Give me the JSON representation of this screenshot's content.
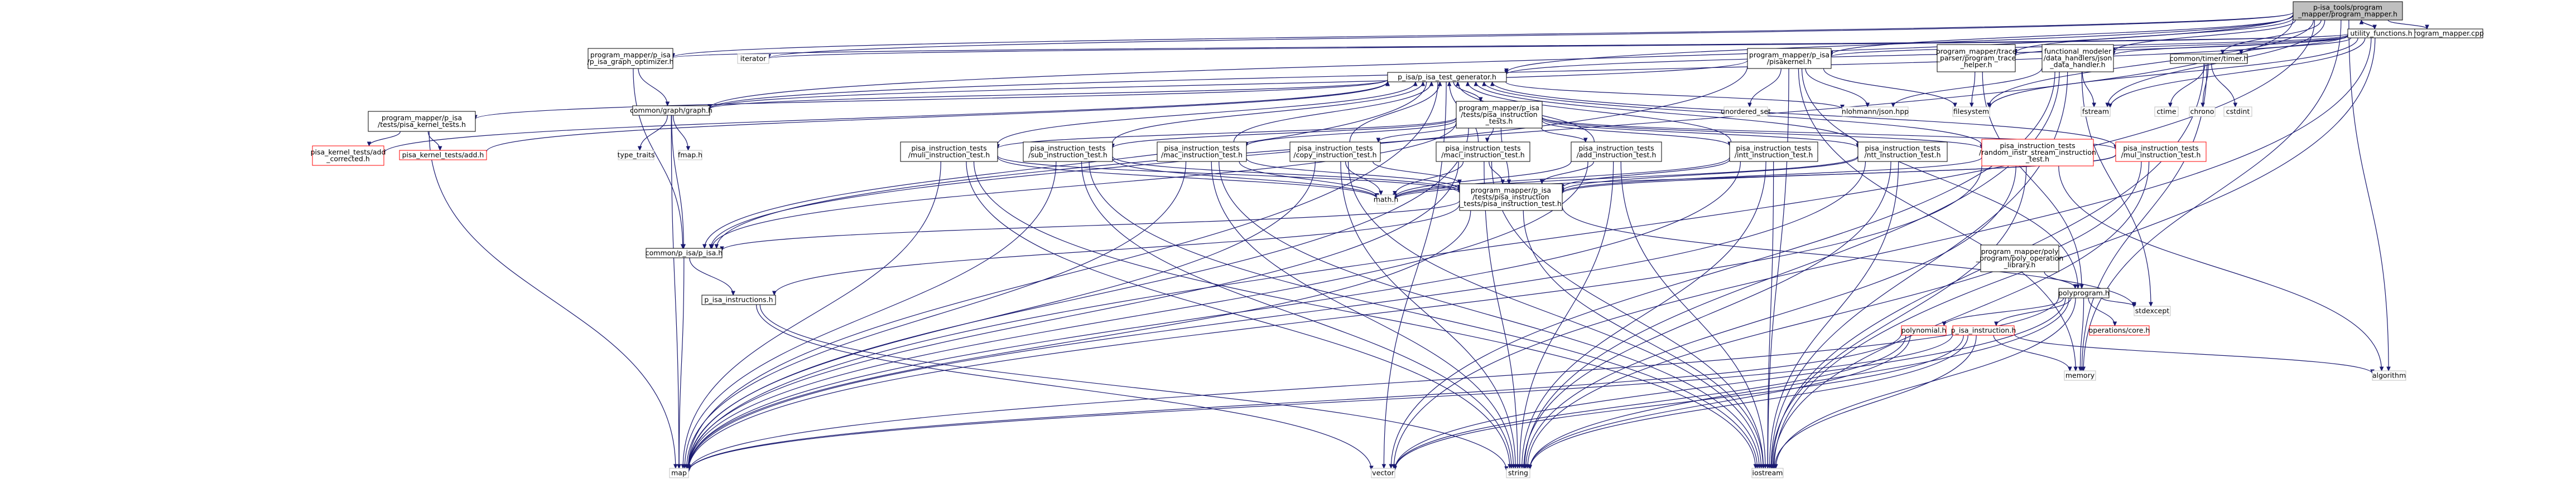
{
  "graph": {
    "colors": {
      "edge": "#191970",
      "node_border": "#000000",
      "node_fill": "#ffffff",
      "root_fill": "#bfbfbf",
      "missing_border": "#bfbfbf",
      "undocumented_border": "#ff0000",
      "text": "#000000"
    },
    "nodes": [
      {
        "id": "root",
        "lines": [
          "p-isa_tools/program",
          "_mapper/program_mapper.h"
        ],
        "style": "root"
      },
      {
        "id": "mapper_cpp",
        "lines": [
          "program_mapper.cpp"
        ],
        "style": "normal"
      },
      {
        "id": "utility",
        "lines": [
          "utility_functions.h"
        ],
        "style": "normal"
      },
      {
        "id": "iterator",
        "lines": [
          "iterator"
        ],
        "style": "missing"
      },
      {
        "id": "graph_opt",
        "lines": [
          "program_mapper/p_isa",
          "/p_isa_graph_optimizer.h"
        ],
        "style": "normal"
      },
      {
        "id": "test_gen",
        "lines": [
          "p_isa/p_isa_test_generator.h"
        ],
        "style": "normal"
      },
      {
        "id": "pisakernel",
        "lines": [
          "program_mapper/p_isa",
          "/pisakernel.h"
        ],
        "style": "normal"
      },
      {
        "id": "trace_parser",
        "lines": [
          "program_mapper/trace",
          "_parser/program_trace",
          "_helper.h"
        ],
        "style": "normal"
      },
      {
        "id": "json_handler",
        "lines": [
          "functional_modeler",
          "/data_handlers/json",
          "_data_handler.h"
        ],
        "style": "normal"
      },
      {
        "id": "timer",
        "lines": [
          "common/timer/timer.h"
        ],
        "style": "normal"
      },
      {
        "id": "graph_h",
        "lines": [
          "common/graph/graph.h"
        ],
        "style": "normal"
      },
      {
        "id": "kernel_tests",
        "lines": [
          "program_mapper/p_isa",
          "/tests/pisa_kernel_tests.h"
        ],
        "style": "normal"
      },
      {
        "id": "instr_tests",
        "lines": [
          "program_mapper/p_isa",
          "/tests/pisa_instruction",
          "_tests.h"
        ],
        "style": "normal"
      },
      {
        "id": "unordered_set",
        "lines": [
          "unordered_set"
        ],
        "style": "missing"
      },
      {
        "id": "nlohmann",
        "lines": [
          "nlohmann/json.hpp"
        ],
        "style": "missing"
      },
      {
        "id": "filesystem",
        "lines": [
          "filesystem"
        ],
        "style": "missing"
      },
      {
        "id": "fstream",
        "lines": [
          "fstream"
        ],
        "style": "missing"
      },
      {
        "id": "ctime",
        "lines": [
          "ctime"
        ],
        "style": "missing"
      },
      {
        "id": "chrono",
        "lines": [
          "chrono"
        ],
        "style": "missing"
      },
      {
        "id": "cstdint",
        "lines": [
          "cstdint"
        ],
        "style": "missing"
      },
      {
        "id": "add_corrected",
        "lines": [
          "pisa_kernel_tests/add",
          "_corrected.h"
        ],
        "style": "undocumented"
      },
      {
        "id": "kernel_add",
        "lines": [
          "pisa_kernel_tests/add.h"
        ],
        "style": "undocumented"
      },
      {
        "id": "type_traits",
        "lines": [
          "type_traits"
        ],
        "style": "missing"
      },
      {
        "id": "fmap",
        "lines": [
          "fmap.h"
        ],
        "style": "missing"
      },
      {
        "id": "muli",
        "lines": [
          "pisa_instruction_tests",
          "/muli_instruction_test.h"
        ],
        "style": "normal"
      },
      {
        "id": "sub",
        "lines": [
          "pisa_instruction_tests",
          "/sub_instruction_test.h"
        ],
        "style": "normal"
      },
      {
        "id": "mac",
        "lines": [
          "pisa_instruction_tests",
          "/mac_instruction_test.h"
        ],
        "style": "normal"
      },
      {
        "id": "copy",
        "lines": [
          "pisa_instruction_tests",
          "/copy_instruction_test.h"
        ],
        "style": "normal"
      },
      {
        "id": "maci",
        "lines": [
          "pisa_instruction_tests",
          "/maci_instruction_test.h"
        ],
        "style": "normal"
      },
      {
        "id": "add",
        "lines": [
          "pisa_instruction_tests",
          "/add_instruction_test.h"
        ],
        "style": "normal"
      },
      {
        "id": "intt",
        "lines": [
          "pisa_instruction_tests",
          "/intt_instruction_test.h"
        ],
        "style": "normal"
      },
      {
        "id": "ntt",
        "lines": [
          "pisa_instruction_tests",
          "/ntt_instruction_test.h"
        ],
        "style": "normal"
      },
      {
        "id": "random_mix",
        "lines": [
          "pisa_instruction_tests",
          "/random_instr_stream_instruction",
          "_test.h"
        ],
        "style": "undocumented"
      },
      {
        "id": "mul",
        "lines": [
          "pisa_instruction_tests",
          "/mul_instruction_test.h"
        ],
        "style": "undocumented"
      },
      {
        "id": "math",
        "lines": [
          "math.h"
        ],
        "style": "missing"
      },
      {
        "id": "pisa_instr_test",
        "lines": [
          "program_mapper/p_isa",
          "/tests/pisa_instruction",
          "_tests/pisa_instruction_test.h"
        ],
        "style": "normal"
      },
      {
        "id": "poly_lib",
        "lines": [
          "program_mapper/poly",
          "_program/poly_operation",
          "_library.h"
        ],
        "style": "normal"
      },
      {
        "id": "p_isa_h",
        "lines": [
          "common/p_isa/p_isa.h"
        ],
        "style": "normal"
      },
      {
        "id": "p_isa_instructions",
        "lines": [
          "p_isa_instructions.h"
        ],
        "style": "normal"
      },
      {
        "id": "polyprogram",
        "lines": [
          "polyprogram.h"
        ],
        "style": "normal"
      },
      {
        "id": "operations_core",
        "lines": [
          "operations/core.h"
        ],
        "style": "undocumented"
      },
      {
        "id": "polynomial",
        "lines": [
          "polynomial.h"
        ],
        "style": "undocumented"
      },
      {
        "id": "p_isa_instruction",
        "lines": [
          "p_isa_instruction.h"
        ],
        "style": "undocumented"
      },
      {
        "id": "stdexcept",
        "lines": [
          "stdexcept"
        ],
        "style": "missing"
      },
      {
        "id": "memory",
        "lines": [
          "memory"
        ],
        "style": "missing"
      },
      {
        "id": "algorithm",
        "lines": [
          "algorithm"
        ],
        "style": "missing"
      },
      {
        "id": "map",
        "lines": [
          "map"
        ],
        "style": "missing"
      },
      {
        "id": "vector",
        "lines": [
          "vector"
        ],
        "style": "missing"
      },
      {
        "id": "string",
        "lines": [
          "string"
        ],
        "style": "missing"
      },
      {
        "id": "iostream",
        "lines": [
          "iostream"
        ],
        "style": "missing"
      }
    ],
    "edges": [
      [
        "root",
        "mapper_cpp"
      ],
      [
        "root",
        "utility"
      ],
      [
        "root",
        "iterator"
      ],
      [
        "root",
        "graph_opt"
      ],
      [
        "root",
        "test_gen"
      ],
      [
        "root",
        "pisakernel"
      ],
      [
        "root",
        "trace_parser"
      ],
      [
        "root",
        "json_handler"
      ],
      [
        "root",
        "timer"
      ],
      [
        "root",
        "graph_h"
      ],
      [
        "root",
        "p_isa_h"
      ],
      [
        "root",
        "filesystem"
      ],
      [
        "root",
        "fstream"
      ],
      [
        "root",
        "map"
      ],
      [
        "root",
        "algorithm"
      ],
      [
        "root",
        "memory"
      ],
      [
        "utility",
        "root"
      ],
      [
        "utility",
        "iterator"
      ],
      [
        "utility",
        "graph_opt"
      ],
      [
        "utility",
        "test_gen"
      ],
      [
        "utility",
        "pisakernel"
      ],
      [
        "utility",
        "trace_parser"
      ],
      [
        "utility",
        "json_handler"
      ],
      [
        "utility",
        "timer"
      ],
      [
        "utility",
        "graph_h"
      ],
      [
        "utility",
        "filesystem"
      ],
      [
        "utility",
        "fstream"
      ],
      [
        "utility",
        "vector"
      ],
      [
        "utility",
        "iostream"
      ],
      [
        "graph_opt",
        "graph_h"
      ],
      [
        "graph_opt",
        "p_isa_h"
      ],
      [
        "test_gen",
        "nlohmann"
      ],
      [
        "test_gen",
        "p_isa_h"
      ],
      [
        "test_gen",
        "graph_h"
      ],
      [
        "test_gen",
        "kernel_tests"
      ],
      [
        "test_gen",
        "instr_tests"
      ],
      [
        "test_gen",
        "map"
      ],
      [
        "test_gen",
        "vector"
      ],
      [
        "pisakernel",
        "graph_h"
      ],
      [
        "pisakernel",
        "unordered_set"
      ],
      [
        "pisakernel",
        "nlohmann"
      ],
      [
        "pisakernel",
        "filesystem"
      ],
      [
        "pisakernel",
        "polyprogram"
      ],
      [
        "pisakernel",
        "p_isa_h"
      ],
      [
        "pisakernel",
        "iostream"
      ],
      [
        "pisakernel",
        "memory"
      ],
      [
        "trace_parser",
        "filesystem"
      ],
      [
        "trace_parser",
        "polyprogram"
      ],
      [
        "json_handler",
        "fstream"
      ],
      [
        "json_handler",
        "nlohmann"
      ],
      [
        "json_handler",
        "stdexcept"
      ],
      [
        "json_handler",
        "string"
      ],
      [
        "json_handler",
        "iostream"
      ],
      [
        "json_handler",
        "vector"
      ],
      [
        "timer",
        "ctime"
      ],
      [
        "timer",
        "chrono"
      ],
      [
        "timer",
        "cstdint"
      ],
      [
        "timer",
        "memory"
      ],
      [
        "timer",
        "iostream"
      ],
      [
        "graph_h",
        "type_traits"
      ],
      [
        "graph_h",
        "fmap"
      ],
      [
        "graph_h",
        "p_isa_h"
      ],
      [
        "graph_h",
        "map"
      ],
      [
        "kernel_tests",
        "add_corrected"
      ],
      [
        "kernel_tests",
        "kernel_add"
      ],
      [
        "kernel_tests",
        "map"
      ],
      [
        "add_corrected",
        "test_gen"
      ],
      [
        "kernel_add",
        "test_gen"
      ],
      [
        "instr_tests",
        "muli"
      ],
      [
        "instr_tests",
        "sub"
      ],
      [
        "instr_tests",
        "mac"
      ],
      [
        "instr_tests",
        "copy"
      ],
      [
        "instr_tests",
        "maci"
      ],
      [
        "instr_tests",
        "add"
      ],
      [
        "instr_tests",
        "intt"
      ],
      [
        "instr_tests",
        "ntt"
      ],
      [
        "instr_tests",
        "random_mix"
      ],
      [
        "instr_tests",
        "mul"
      ],
      [
        "instr_tests",
        "pisa_instr_test"
      ],
      [
        "instr_tests",
        "map"
      ],
      [
        "instr_tests",
        "p_isa_h"
      ],
      [
        "muli",
        "math"
      ],
      [
        "muli",
        "pisa_instr_test"
      ],
      [
        "muli",
        "test_gen"
      ],
      [
        "muli",
        "map"
      ],
      [
        "muli",
        "iostream"
      ],
      [
        "muli",
        "string"
      ],
      [
        "sub",
        "math"
      ],
      [
        "sub",
        "pisa_instr_test"
      ],
      [
        "sub",
        "test_gen"
      ],
      [
        "sub",
        "map"
      ],
      [
        "sub",
        "iostream"
      ],
      [
        "sub",
        "string"
      ],
      [
        "mac",
        "math"
      ],
      [
        "mac",
        "pisa_instr_test"
      ],
      [
        "mac",
        "test_gen"
      ],
      [
        "mac",
        "map"
      ],
      [
        "mac",
        "iostream"
      ],
      [
        "mac",
        "string"
      ],
      [
        "copy",
        "math"
      ],
      [
        "copy",
        "pisa_instr_test"
      ],
      [
        "copy",
        "test_gen"
      ],
      [
        "copy",
        "map"
      ],
      [
        "copy",
        "iostream"
      ],
      [
        "copy",
        "string"
      ],
      [
        "maci",
        "math"
      ],
      [
        "maci",
        "pisa_instr_test"
      ],
      [
        "maci",
        "test_gen"
      ],
      [
        "maci",
        "map"
      ],
      [
        "maci",
        "iostream"
      ],
      [
        "maci",
        "string"
      ],
      [
        "add",
        "math"
      ],
      [
        "add",
        "pisa_instr_test"
      ],
      [
        "add",
        "test_gen"
      ],
      [
        "add",
        "map"
      ],
      [
        "add",
        "iostream"
      ],
      [
        "add",
        "string"
      ],
      [
        "intt",
        "math"
      ],
      [
        "intt",
        "pisa_instr_test"
      ],
      [
        "intt",
        "test_gen"
      ],
      [
        "intt",
        "map"
      ],
      [
        "intt",
        "iostream"
      ],
      [
        "intt",
        "string"
      ],
      [
        "ntt",
        "math"
      ],
      [
        "ntt",
        "pisa_instr_test"
      ],
      [
        "ntt",
        "test_gen"
      ],
      [
        "ntt",
        "map"
      ],
      [
        "ntt",
        "iostream"
      ],
      [
        "ntt",
        "string"
      ],
      [
        "random_mix",
        "pisa_instr_test"
      ],
      [
        "random_mix",
        "test_gen"
      ],
      [
        "random_mix",
        "algorithm"
      ],
      [
        "random_mix",
        "iostream"
      ],
      [
        "random_mix",
        "string"
      ],
      [
        "random_mix",
        "map"
      ],
      [
        "mul",
        "math"
      ],
      [
        "mul",
        "pisa_instr_test"
      ],
      [
        "mul",
        "test_gen"
      ],
      [
        "mul",
        "iostream"
      ],
      [
        "mul",
        "string"
      ],
      [
        "pisa_instr_test",
        "p_isa_h"
      ],
      [
        "pisa_instr_test",
        "p_isa_instructions"
      ],
      [
        "pisa_instr_test",
        "map"
      ],
      [
        "pisa_instr_test",
        "iostream"
      ],
      [
        "pisa_instr_test",
        "stdexcept"
      ],
      [
        "poly_lib",
        "polyprogram"
      ],
      [
        "p_isa_h",
        "p_isa_instructions"
      ],
      [
        "p_isa_h",
        "map"
      ],
      [
        "p_isa_instructions",
        "vector"
      ],
      [
        "p_isa_instructions",
        "string"
      ],
      [
        "polyprogram",
        "operations_core"
      ],
      [
        "polyprogram",
        "polynomial"
      ],
      [
        "polyprogram",
        "p_isa_instruction"
      ],
      [
        "polyprogram",
        "stdexcept"
      ],
      [
        "polyprogram",
        "memory"
      ],
      [
        "polyprogram",
        "map"
      ],
      [
        "polyprogram",
        "vector"
      ],
      [
        "polyprogram",
        "string"
      ],
      [
        "polyprogram",
        "iostream"
      ],
      [
        "polynomial",
        "map"
      ],
      [
        "polynomial",
        "vector"
      ],
      [
        "polynomial",
        "string"
      ],
      [
        "p_isa_instruction",
        "map"
      ],
      [
        "p_isa_instruction",
        "vector"
      ],
      [
        "p_isa_instruction",
        "string"
      ],
      [
        "p_isa_instruction",
        "iostream"
      ],
      [
        "p_isa_instruction",
        "algorithm"
      ],
      [
        "p_isa_instruction",
        "memory"
      ]
    ]
  }
}
